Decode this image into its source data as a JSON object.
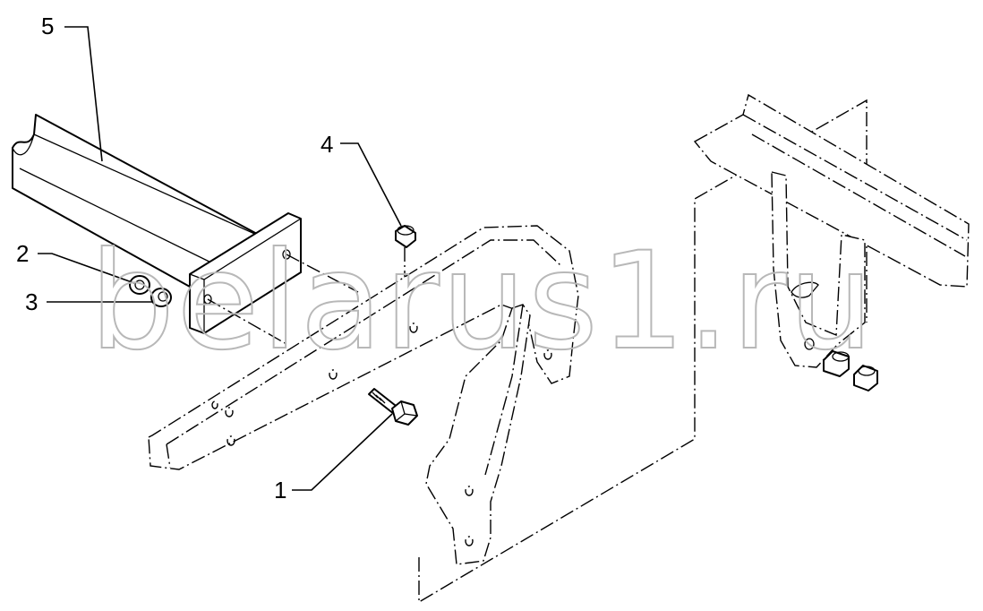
{
  "callouts": {
    "part_1": "1",
    "part_2": "2",
    "part_3": "3",
    "part_4": "4",
    "part_5": "5"
  },
  "watermark": "belarus1.ru",
  "colors": {
    "line": "#000000",
    "background": "#ffffff",
    "watermark": "#b8b8b8"
  }
}
